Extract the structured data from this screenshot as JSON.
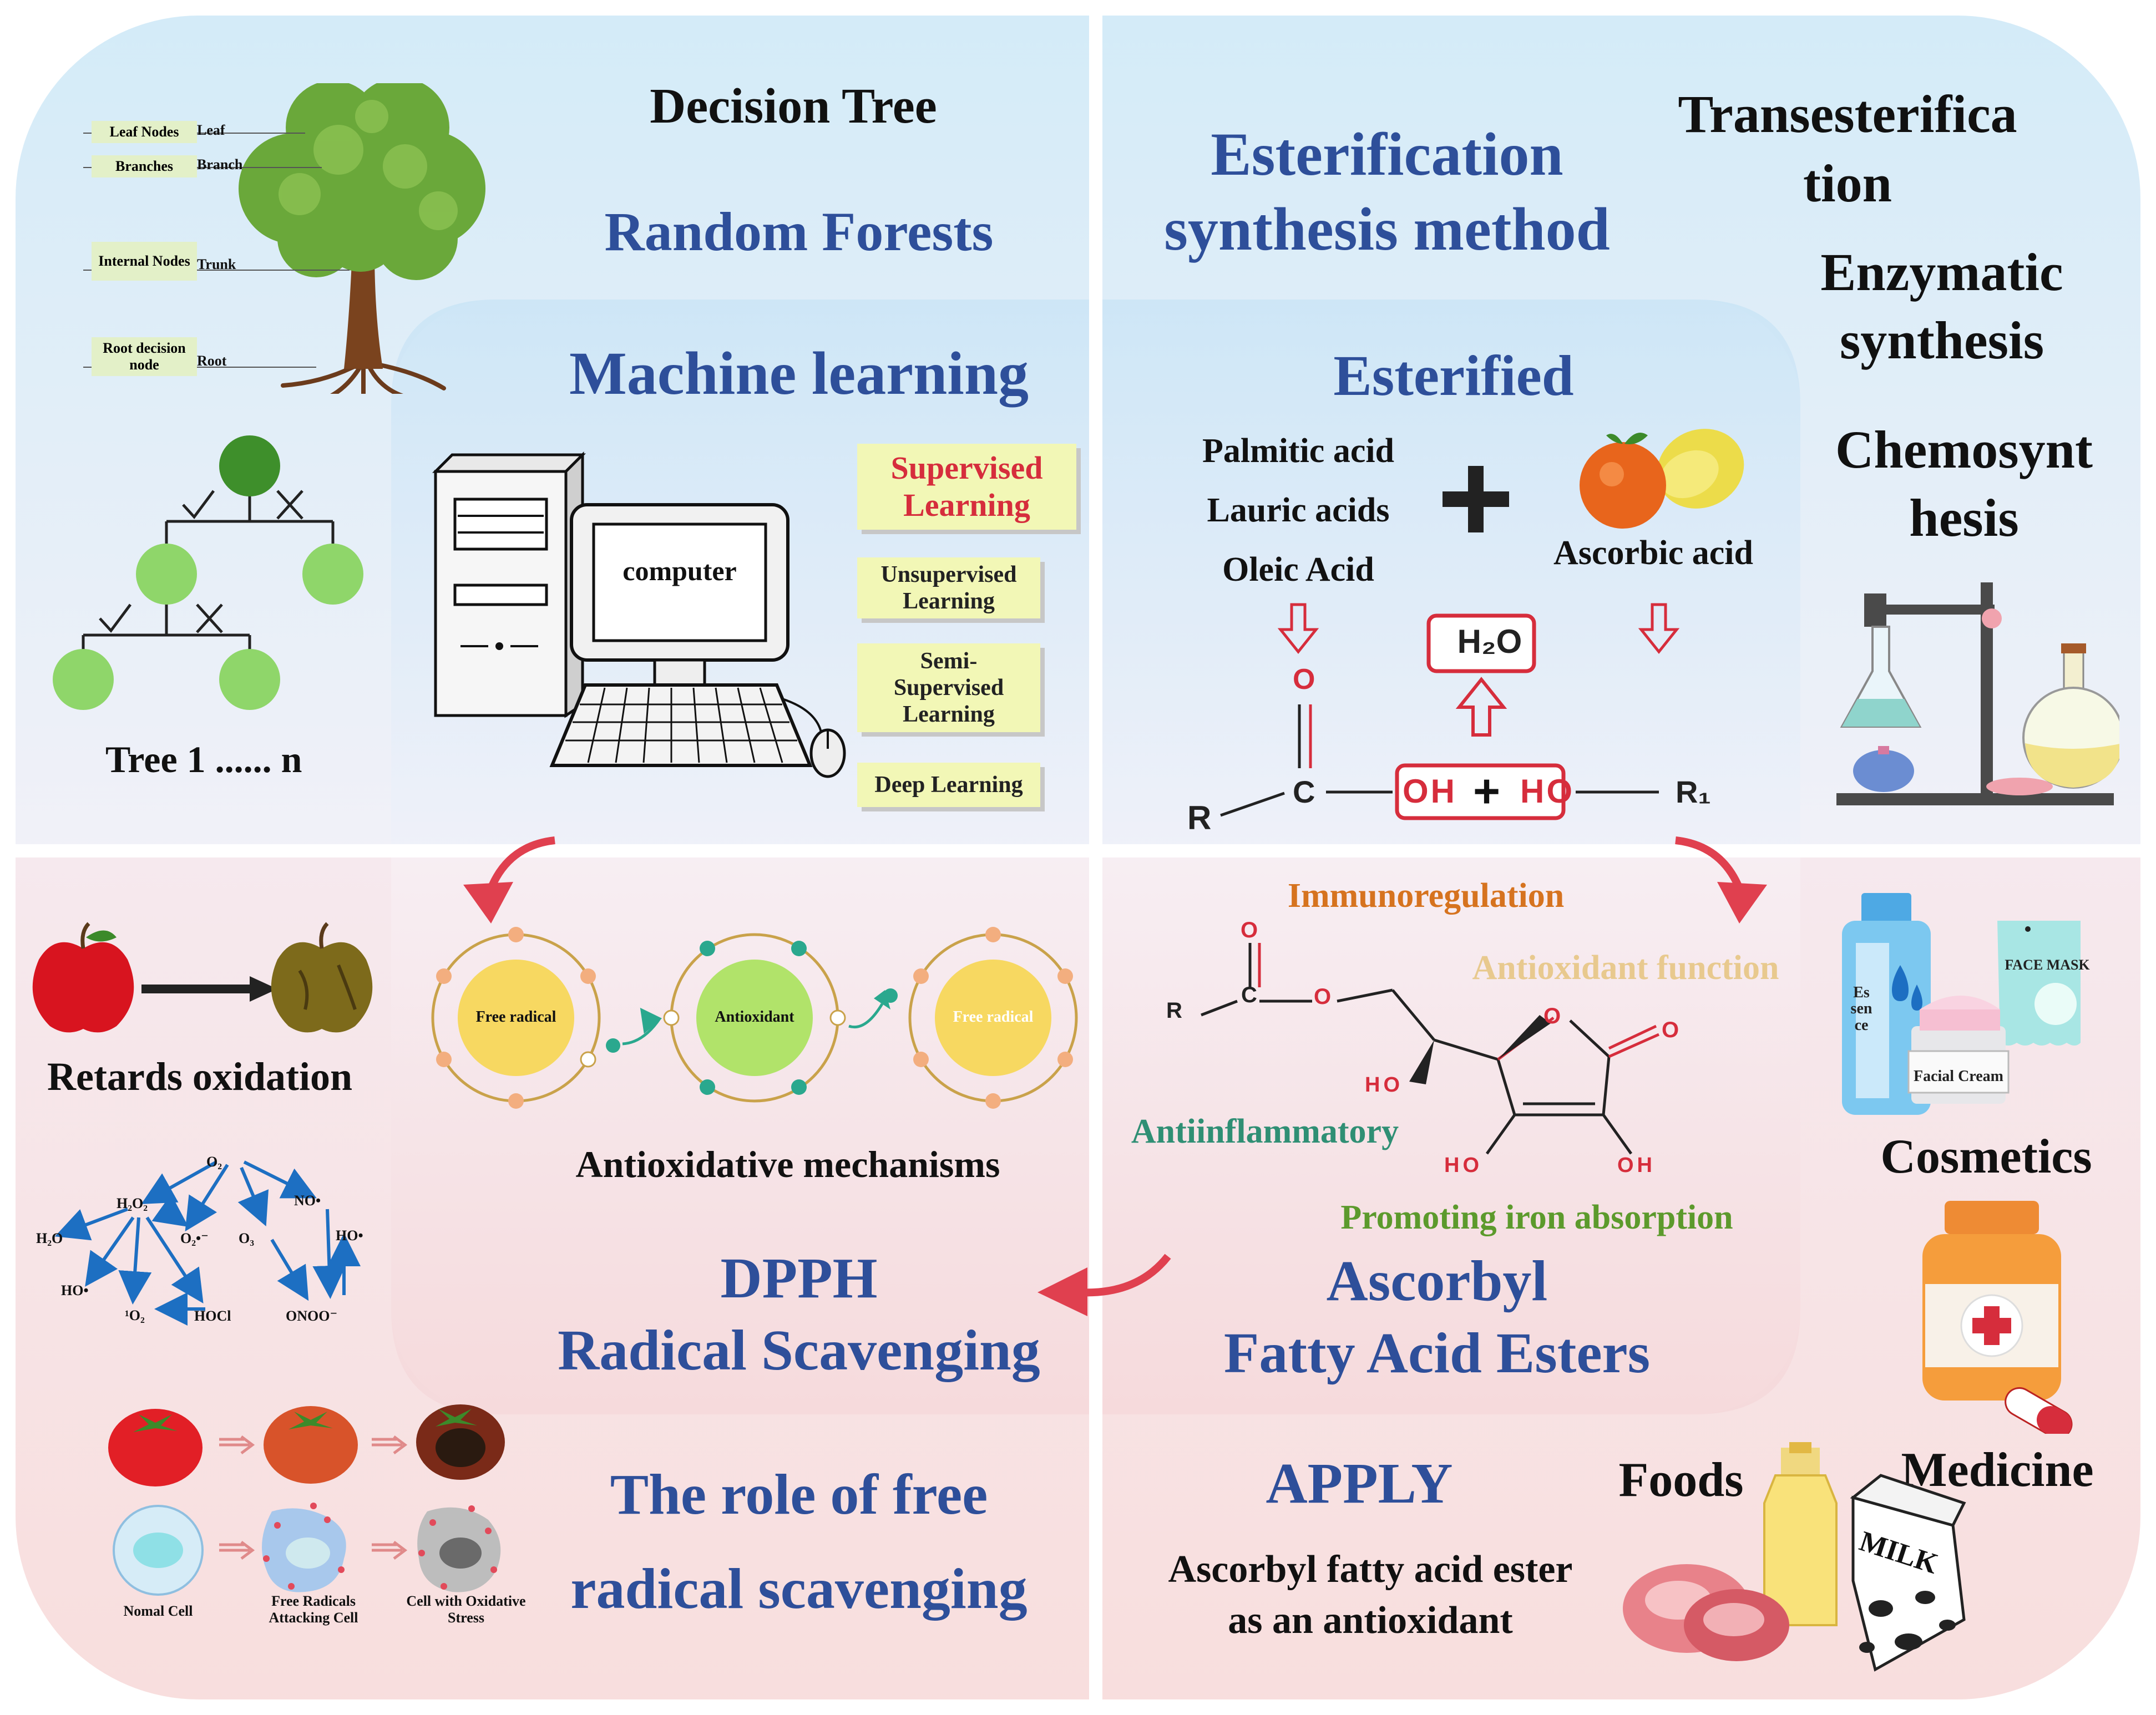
{
  "colors": {
    "title_blue": "#2e4f9a",
    "red": "#d62d3c",
    "orange": "#d6731f",
    "green": "#2f8f74",
    "olive": "#5c9a2c",
    "cream": "#e8c98e",
    "box_yellow": "#f2f7b6",
    "bg_top": "#dbeef8",
    "bg_bottom": "#f8e2e2"
  },
  "ml": {
    "decision_tree": "Decision Tree",
    "random_forests": "Random Forests",
    "title": "Machine learning",
    "computer": "computer",
    "supervised": [
      "Supervised",
      "Learning"
    ],
    "unsupervised": [
      "Unsupervised",
      "Learning"
    ],
    "semi": [
      "Semi-",
      "Supervised",
      "Learning"
    ],
    "deep": "Deep Learning",
    "tree_labels": [
      {
        "left": "Leaf Nodes",
        "right": "Leaf"
      },
      {
        "left": "Branches",
        "right": "Branch"
      },
      {
        "left": "Internal Nodes",
        "right": "Trunk"
      },
      {
        "left": "Root decision node",
        "right": "Root"
      }
    ],
    "tree_caption": "Tree 1 ...... n"
  },
  "ester": {
    "method_line1": "Esterification",
    "method_line2": "synthesis method",
    "transesterification": [
      "Transesterifica",
      "tion"
    ],
    "enzymatic": [
      "Enzymatic",
      "synthesis"
    ],
    "chemosynthesis": [
      "Chemosynt",
      "hesis"
    ],
    "title": "Esterified",
    "acids": [
      "Palmitic acid",
      "Lauric acids",
      "Oleic Acid"
    ],
    "ascorbic": "Ascorbic acid",
    "water": "H₂O",
    "reaction": {
      "R": "R",
      "C": "C",
      "O": "O",
      "OH": "OH",
      "HO": "HO",
      "R1": "R₁",
      "plus": "+"
    }
  },
  "antiox": {
    "retards": "Retards oxidation",
    "free_radical": "Free radical",
    "antioxidant": "Antioxidant",
    "mechanisms": "Antioxidative mechanisms",
    "dpph": "DPPH",
    "radical_scavenging": "Radical Scavenging",
    "species": [
      "O₂",
      "H₂O₂",
      "NO•",
      "H₂O",
      "O₂•⁻",
      "O₃",
      "HO•",
      "HO•",
      "¹O₂",
      "HOCl",
      "ONOO⁻"
    ]
  },
  "ascorbyl": {
    "immuno": "Immunoregulation",
    "antiox_function": "Antioxidant function",
    "antiinflammatory": "Antiinflammatory",
    "iron": "Promoting iron absorption",
    "title1": "Ascorbyl",
    "title2": "Fatty Acid Esters",
    "struct": {
      "R": "R",
      "C": "C",
      "O": "O",
      "HO": "HO",
      "OH": "OH"
    }
  },
  "apply": {
    "cosmetics": "Cosmetics",
    "essence": "Essence",
    "face_mask": "FACE MASK",
    "facial_cream": "Facial Cream",
    "medicine": "Medicine",
    "foods": "Foods",
    "milk": "MILK",
    "title": "APPLY",
    "desc1": "Ascorbyl fatty acid ester",
    "desc2": "as an antioxidant"
  },
  "role": {
    "title1": "The role of free",
    "title2": "radical scavenging",
    "cells": [
      "Nomal Cell",
      "Free Radicals Attacking Cell",
      "Cell with Oxidative Stress"
    ]
  }
}
